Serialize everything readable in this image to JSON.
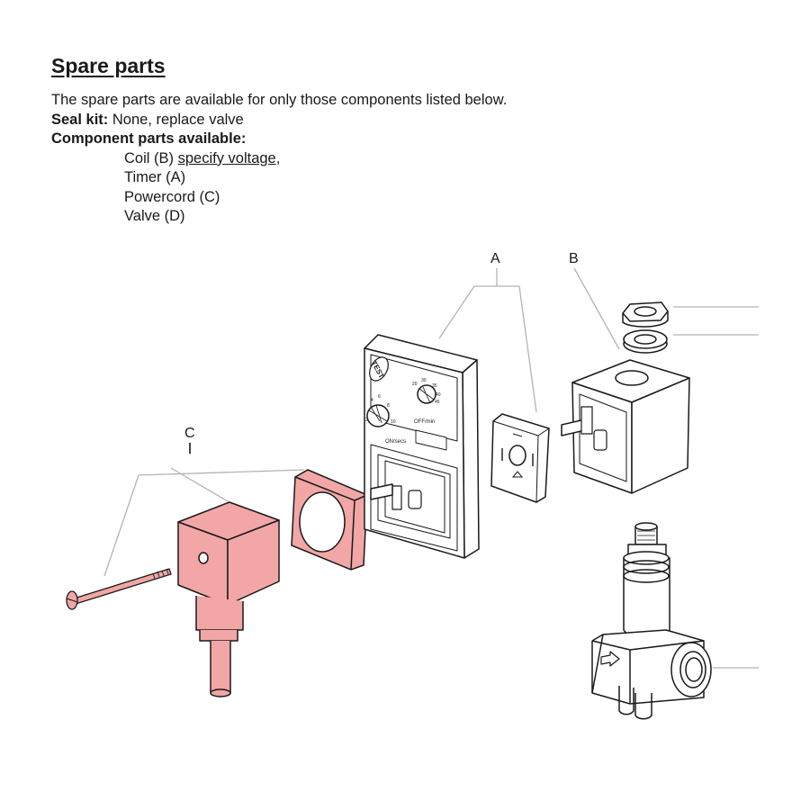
{
  "title": "Spare parts",
  "intro": "The spare parts are available for only those components listed below.",
  "seal_kit": {
    "label": "Seal kit:",
    "value": "None, replace valve"
  },
  "component_parts": {
    "label": "Component parts available:",
    "items": [
      {
        "text": "Coil (B) ",
        "underlined": "specify voltage",
        "suffix": ","
      },
      {
        "text": "Timer (A)"
      },
      {
        "text": "Powercord (C)"
      },
      {
        "text": "Valve (D)"
      }
    ]
  },
  "diagram": {
    "callouts": {
      "a": "A",
      "b": "B",
      "c": "C"
    },
    "timer_labels": {
      "test": "TEST",
      "off_min": "OFF/min",
      "on_secs": "ON/secs",
      "scale_left": [
        "2",
        "4",
        "6",
        "8",
        "10"
      ],
      "scale_right": [
        "20",
        "30",
        "35",
        "40",
        "45"
      ]
    },
    "colors": {
      "highlight": "#f2a6a6",
      "line": "#1a1a1a",
      "leader": "#b3b3b3"
    }
  }
}
